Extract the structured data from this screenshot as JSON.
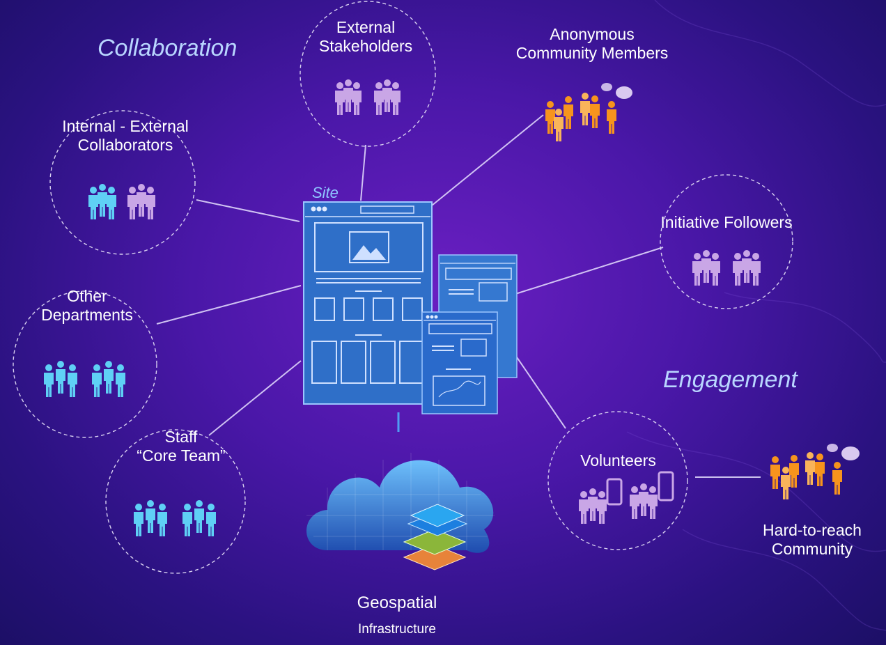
{
  "diagram": {
    "titles": {
      "collaboration": "Collaboration",
      "engagement": "Engagement"
    },
    "center": {
      "site_label": "Site",
      "cloud_label": "Geospatial",
      "cloud_sublabel": "Infrastructure"
    },
    "groups": [
      {
        "id": "external-stakeholders",
        "label_lines": [
          "External",
          "Stakeholders"
        ],
        "icon": "people-group-icon",
        "color": "#c9a6e6"
      },
      {
        "id": "anonymous-community",
        "label_lines": [
          "Anonymous",
          "Community Members"
        ],
        "icon": "people-chat-icon",
        "color": "#f7941d"
      },
      {
        "id": "internal-external",
        "label_lines": [
          "Internal - External",
          "Collaborators"
        ],
        "icon": "people-group-icon",
        "color": "#5fd0f5"
      },
      {
        "id": "initiative-followers",
        "label_lines": [
          "Initiative Followers"
        ],
        "icon": "people-group-icon",
        "color": "#c9a6e6"
      },
      {
        "id": "other-departments",
        "label_lines": [
          "Other",
          "Departments"
        ],
        "icon": "people-group-icon",
        "color": "#5fd0f5"
      },
      {
        "id": "staff-core-team",
        "label_lines": [
          "Staff",
          "“Core Team”"
        ],
        "icon": "people-group-icon",
        "color": "#5fd0f5"
      },
      {
        "id": "volunteers",
        "label_lines": [
          "Volunteers"
        ],
        "icon": "people-mobile-icon",
        "color": "#c9a6e6"
      },
      {
        "id": "hard-to-reach",
        "label_lines": [
          "Hard-to-reach",
          "Community"
        ],
        "icon": "people-chat-icon",
        "color": "#f7941d"
      }
    ],
    "colors": {
      "background": "#4a17a8",
      "title_accent": "#b9d6ff",
      "window_fill": "#2f6fc8",
      "connector": "#e6e0ff"
    }
  }
}
